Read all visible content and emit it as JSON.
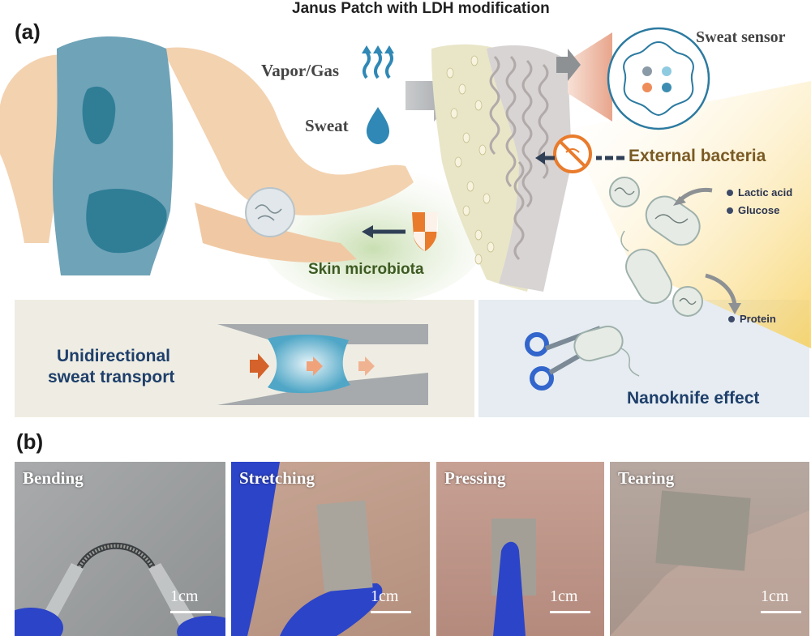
{
  "figure": {
    "panel_a_label": "(a)",
    "panel_b_label": "(b)",
    "title": "Janus Patch with LDH modification"
  },
  "diagram": {
    "vapor_gas": "Vapor/Gas",
    "sweat": "Sweat",
    "sweat_sensor": "Sweat sensor",
    "external_bacteria": "External bacteria",
    "skin_microbiota": "Skin microbiota",
    "metabolites": [
      "Lactic acid",
      "Glucose",
      "Protein"
    ],
    "unidirectional_line1": "Unidirectional",
    "unidirectional_line2": "sweat transport",
    "nanoknife": "Nanoknife effect"
  },
  "photos": [
    {
      "label": "Bending",
      "scale": "1cm"
    },
    {
      "label": "Stretching",
      "scale": "1cm"
    },
    {
      "label": "Pressing",
      "scale": "1cm"
    },
    {
      "label": "Tearing",
      "scale": "1cm"
    }
  ],
  "colors": {
    "body_blue": "#6fa3b8",
    "sweat_patch": "#2f7e96",
    "skin": "#f3d2b0",
    "dark_text": "#1e3f6b",
    "bacteria_text": "#7a5a24",
    "microbiota_text": "#3d5a22",
    "glove_blue": "#2c44c8"
  }
}
